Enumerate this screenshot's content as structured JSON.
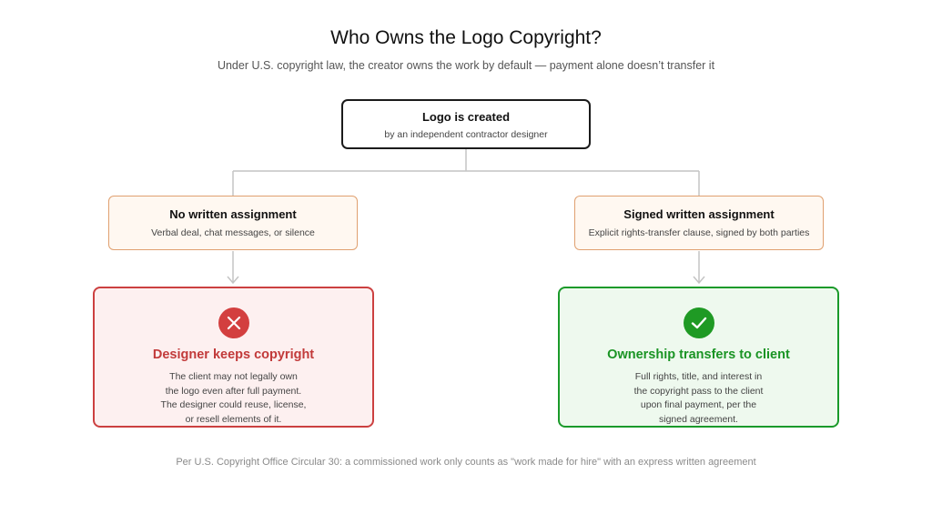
{
  "header": {
    "title": "Who Owns the Logo Copyright?",
    "subtitle": "Under U.S. copyright law, the creator owns the work by default — payment alone doesn’t transfer it"
  },
  "root": {
    "title": "Logo is created",
    "subtitle": "by an independent contractor designer"
  },
  "branches": [
    {
      "title": "No written assignment",
      "subtitle": "Verbal deal, chat messages, or silence"
    },
    {
      "title": "Signed written assignment",
      "subtitle": "Explicit rights-transfer clause, signed by both parties"
    }
  ],
  "outcomes": [
    {
      "icon": "x-icon",
      "title": "Designer keeps copyright",
      "body_lines": [
        "The client may not legally own",
        "the logo even after full payment.",
        "The designer could reuse, license,",
        "or resell elements of it."
      ],
      "color": "#cc4040"
    },
    {
      "icon": "check-icon",
      "title": "Ownership transfers to client",
      "body_lines": [
        "Full rights, title, and interest in",
        "the copyright pass to the client",
        "upon final payment, per the",
        "signed agreement."
      ],
      "color": "#1a9a2a"
    }
  ],
  "footnote": "Per U.S. Copyright Office Circular 30: a commissioned work only counts as \"work made for hire\" with an express written agreement",
  "colors": {
    "connector": "#c4c4c4",
    "branch_border": "#e0a070",
    "branch_fill": "#fff8f1"
  }
}
